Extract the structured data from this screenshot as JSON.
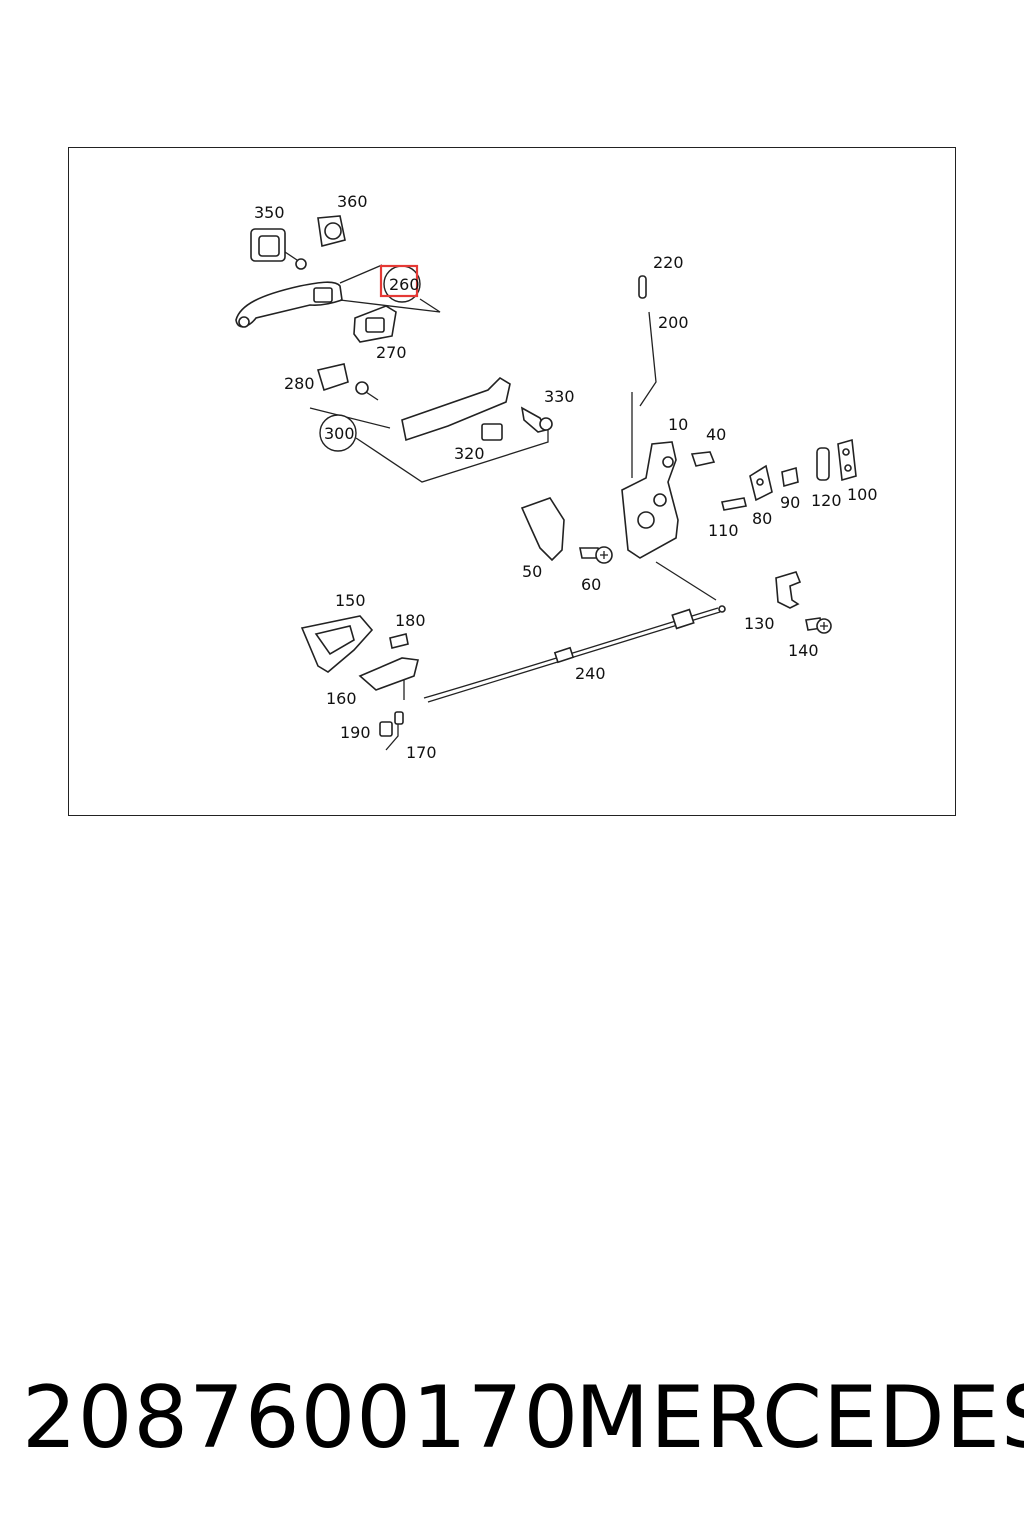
{
  "labels": {
    "p350": "350",
    "p360": "360",
    "p260": "260",
    "p270": "270",
    "p280": "280",
    "p330": "330",
    "p300": "300",
    "p320": "320",
    "p220": "220",
    "p200": "200",
    "p10": "10",
    "p40": "40",
    "p90": "90",
    "p120": "120",
    "p100": "100",
    "p110": "110",
    "p80": "80",
    "p50": "50",
    "p60": "60",
    "p150": "150",
    "p180": "180",
    "p130": "130",
    "p140": "140",
    "p240": "240",
    "p160": "160",
    "p190": "190",
    "p170": "170"
  },
  "highlight_color": "#e53935",
  "footer": {
    "part_number": "2087600170",
    "brand": "MERCEDES"
  }
}
